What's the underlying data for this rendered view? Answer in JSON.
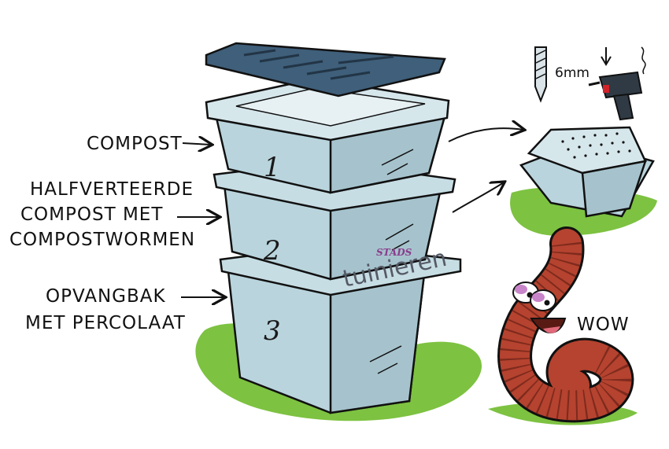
{
  "labels": {
    "compost": "COMPOST",
    "half_line1": "HALFVERTEERDE",
    "half_line2": "COMPOST MET",
    "half_line3": "COMPOSTWORMEN",
    "tray_line1": "OPVANGBAK",
    "tray_line2": "MET PERCOLAAT"
  },
  "bins": {
    "bin1": "1",
    "bin2": "2",
    "bin3": "3"
  },
  "brand": {
    "top": "STADS",
    "bottom": "tuinieren"
  },
  "tools": {
    "drill_size": "6mm"
  },
  "worm": {
    "exclamation": "WOW"
  },
  "colors": {
    "bin_fill": "#b9d4dc",
    "bin_shade": "#9fbcc6",
    "lid": "#3f5f7a",
    "grass": "#7dc241",
    "worm": "#b5432f"
  },
  "icons": [
    "drill-bit-icon",
    "power-drill-icon",
    "worm-illustration"
  ]
}
